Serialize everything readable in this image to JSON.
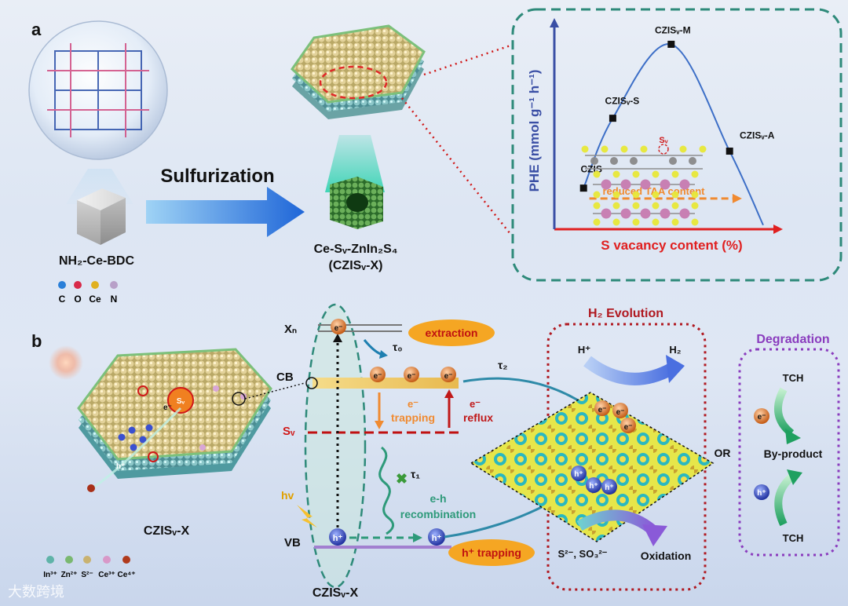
{
  "panel_a": {
    "label": "a",
    "precursor": "NH₂-Ce-BDC",
    "atom_legend": [
      "C",
      "O",
      "Ce",
      "N"
    ],
    "arrow_label": "Sulfurization",
    "product_line1": "Ce-Sᵥ-ZnIn₂S₄",
    "product_line2": "(CZISᵥ-X)"
  },
  "panel_b": {
    "label": "b",
    "catalyst_label": "CZISᵥ-X",
    "catalyst_site": "Sᵥ",
    "electron": "e⁻",
    "hole": "h⁺",
    "ion_legend": [
      "In³⁺",
      "Zn²⁺",
      "S²⁻",
      "Ce³⁺",
      "Ce⁴⁺"
    ],
    "levels": {
      "xn": "Xₙ",
      "cb": "CB",
      "sv": "Sᵥ",
      "vb": "VB"
    },
    "band_label": "CZISᵥ-X",
    "hv": "hv",
    "extraction": "extraction",
    "tau0": "τ₀",
    "tau1": "τ₁",
    "tau2": "τ₂",
    "trapping_line1": "e⁻",
    "trapping_line2": "trapping",
    "reflux_line1": "e⁻",
    "reflux_line2": "reflux",
    "recomb_line1": "e-h",
    "recomb_line2": "recombination",
    "h_trapping": "h⁺ trapping",
    "h2_title": "H₂ Evolution",
    "h_plus": "H⁺",
    "h2": "H₂",
    "scavenger": "S²⁻, SO₃²⁻",
    "oxidation": "Oxidation",
    "or": "OR",
    "degradation_title": "Degradation",
    "tch_top": "TCH",
    "byproduct": "By-product",
    "tch_bottom": "TCH"
  },
  "chart_data": {
    "type": "line",
    "xlabel": "S vacancy content (%)",
    "ylabel": "PHE  (mmol g⁻¹ h⁻¹)",
    "points": [
      {
        "label": "CZIS",
        "x": 1,
        "y": 1.0
      },
      {
        "label": "CZISᵥ-S",
        "x": 2,
        "y": 2.7
      },
      {
        "label": "CZISᵥ-M",
        "x": 4,
        "y": 4.5
      },
      {
        "label": "CZISᵥ-A",
        "x": 6,
        "y": 1.9
      }
    ],
    "annotation": "reduced TAA content",
    "inset_label": "Sᵥ",
    "xlim": [
      0,
      7.5
    ],
    "ylim": [
      0,
      5.1
    ],
    "grid": false
  },
  "watermark": "大数跨境",
  "colors": {
    "frame_teal": "#2e8a7a",
    "x_axis": "#e02020",
    "y_axis": "#3a4fa5",
    "curve": "#3d6fc7",
    "h2_frame": "#b01820",
    "deg_frame": "#8a3cbe",
    "extraction_fill": "#f5a623"
  }
}
